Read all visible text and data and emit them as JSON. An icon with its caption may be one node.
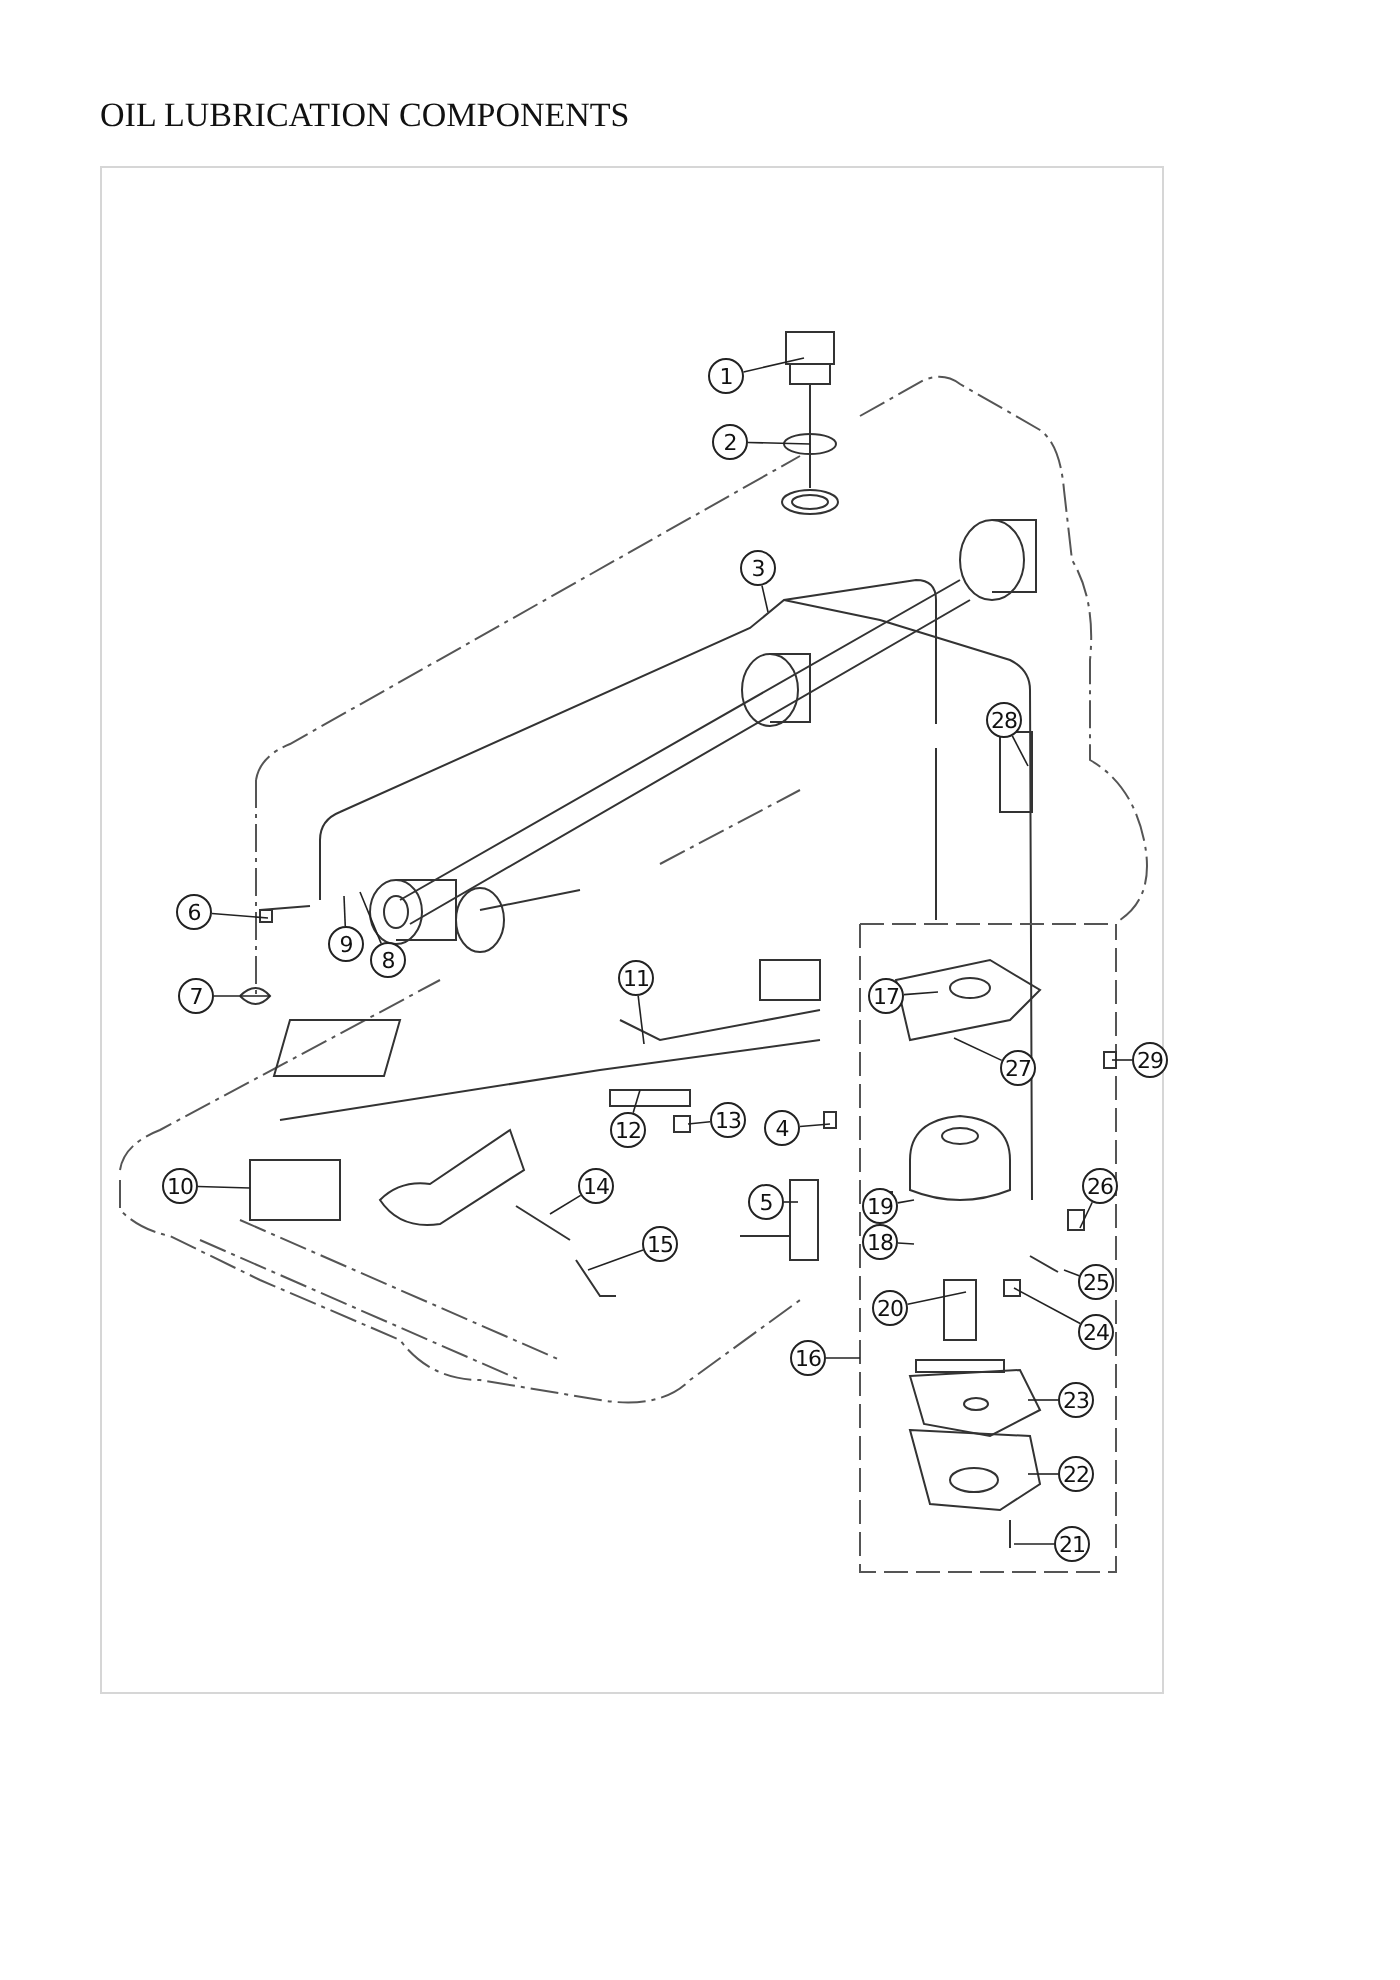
{
  "diagram": {
    "title": "OIL LUBRICATION COMPONENTS",
    "nodes": [
      {
        "text": [
          "1"
        ]
      },
      {
        "text": [
          "2"
        ]
      },
      {
        "text": [
          "3"
        ]
      },
      {
        "text": [
          "4"
        ]
      },
      {
        "text": [
          "5"
        ]
      },
      {
        "text": [
          "6"
        ]
      },
      {
        "text": [
          "7"
        ]
      },
      {
        "text": [
          "8"
        ]
      },
      {
        "text": [
          "9"
        ]
      },
      {
        "text": [
          "10"
        ]
      },
      {
        "text": [
          "11"
        ]
      },
      {
        "text": [
          "12"
        ]
      },
      {
        "text": [
          "13"
        ]
      },
      {
        "text": [
          "14"
        ]
      },
      {
        "text": [
          "15"
        ]
      },
      {
        "text": [
          "16"
        ]
      },
      {
        "text": [
          "17"
        ]
      },
      {
        "text": [
          "18"
        ]
      },
      {
        "text": [
          "19"
        ]
      },
      {
        "text": [
          "20"
        ]
      },
      {
        "text": [
          "21"
        ]
      },
      {
        "text": [
          "22"
        ]
      },
      {
        "text": [
          "23"
        ]
      },
      {
        "text": [
          "24"
        ]
      },
      {
        "text": [
          "25"
        ]
      },
      {
        "text": [
          "26"
        ]
      },
      {
        "text": [
          "27"
        ]
      },
      {
        "text": [
          "28"
        ]
      },
      {
        "text": [
          "29"
        ]
      }
    ],
    "edges": [
      {
        "from": 0,
        "to": null,
        "arrow": "none"
      },
      {
        "from": 1,
        "to": null,
        "arrow": "none"
      },
      {
        "from": 2,
        "to": null,
        "arrow": "none"
      },
      {
        "from": 3,
        "to": null,
        "arrow": "none"
      },
      {
        "from": 4,
        "to": null,
        "arrow": "none"
      },
      {
        "from": 5,
        "to": null,
        "arrow": "none"
      },
      {
        "from": 6,
        "to": null,
        "arrow": "none"
      },
      {
        "from": 7,
        "to": null,
        "arrow": "none"
      },
      {
        "from": 8,
        "to": null,
        "arrow": "none"
      },
      {
        "from": 9,
        "to": null,
        "arrow": "none"
      },
      {
        "from": 10,
        "to": null,
        "arrow": "none"
      },
      {
        "from": 11,
        "to": null,
        "arrow": "none"
      },
      {
        "from": 12,
        "to": null,
        "arrow": "none"
      },
      {
        "from": 13,
        "to": null,
        "arrow": "none"
      },
      {
        "from": 14,
        "to": null,
        "arrow": "none"
      },
      {
        "from": 15,
        "to": null,
        "arrow": "none"
      },
      {
        "from": 16,
        "to": null,
        "arrow": "none"
      },
      {
        "from": 17,
        "to": null,
        "arrow": "none"
      },
      {
        "from": 18,
        "to": null,
        "arrow": "none"
      },
      {
        "from": 19,
        "to": null,
        "arrow": "none"
      },
      {
        "from": 20,
        "to": null,
        "arrow": "none"
      },
      {
        "from": 21,
        "to": null,
        "arrow": "none"
      },
      {
        "from": 22,
        "to": null,
        "arrow": "none"
      },
      {
        "from": 23,
        "to": null,
        "arrow": "none"
      },
      {
        "from": 24,
        "to": null,
        "arrow": "none"
      },
      {
        "from": 25,
        "to": null,
        "arrow": "none"
      },
      {
        "from": 26,
        "to": null,
        "arrow": "none"
      },
      {
        "from": 27,
        "to": null,
        "arrow": "none"
      },
      {
        "from": 28,
        "to": null,
        "arrow": "none"
      }
    ]
  }
}
